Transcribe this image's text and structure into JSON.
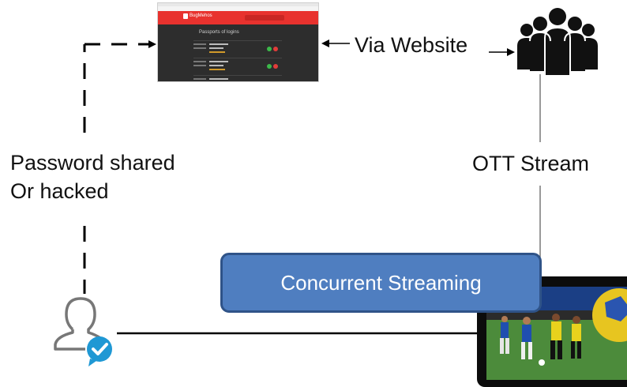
{
  "labels": {
    "via_website": "Via Website",
    "ott_stream": "OTT Stream",
    "password_line1": "Password shared",
    "password_line2": "Or hacked"
  },
  "box": {
    "text": "Concurrent Streaming",
    "fill": "#4f7ec0",
    "border": "#2f5388"
  },
  "browser_thumbnail": {
    "brand": "BugMehos",
    "heading": "Passports of logins",
    "accent": "#e8322e"
  },
  "icons": {
    "group": "people-group-icon",
    "user": "user-check-icon",
    "device": "tablet-football-icon"
  }
}
